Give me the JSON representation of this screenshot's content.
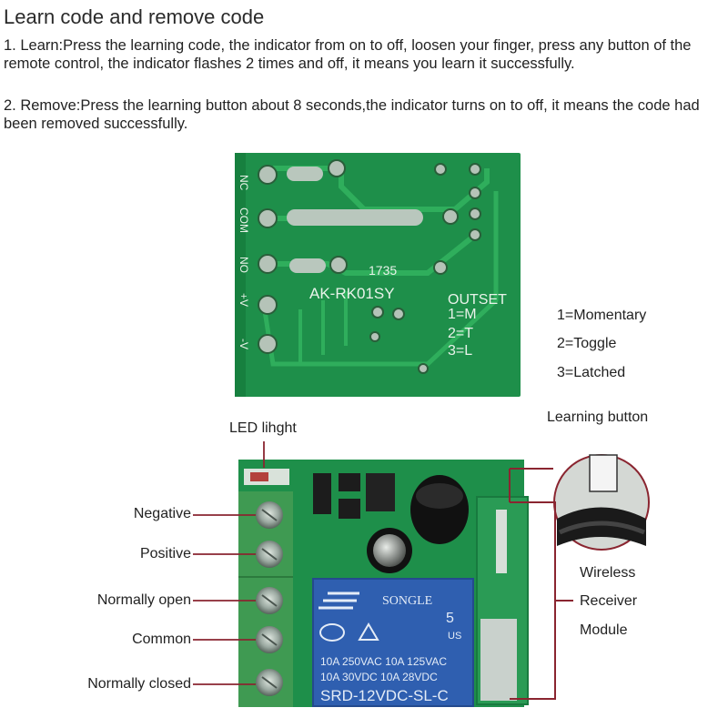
{
  "header": {
    "title": "Learn code and remove code",
    "step1": "1. Learn:Press the learning code, the indicator from on to off, loosen your finger, press any button of the remote control, the indicator flashes 2 times and off, it means you learn it successfully.",
    "step2": "2. Remove:Press the learning button about 8 seconds,the indicator turns on to off, it means the code had been removed successfully."
  },
  "board_back": {
    "terminals": [
      "NC",
      "COM",
      "NO",
      "+V",
      "-V"
    ],
    "model": "AK-RK01SY",
    "code": "1735",
    "outset": [
      "OUTSET",
      "1=M",
      "2=T",
      "3=L"
    ]
  },
  "modes": [
    "1=Momentary",
    "2=Toggle",
    "3=Latched"
  ],
  "front_labels": {
    "led": "LED lihght",
    "learning_button": "Learning button",
    "negative": "Negative",
    "positive": "Positive",
    "normally_open": "Normally open",
    "common": "Common",
    "normally_closed": "Normally closed",
    "module": [
      "Wireless",
      "Receiver",
      "Module"
    ]
  },
  "relay": {
    "brand": "SONGLE",
    "rating1": "10A 250VAC  10A 125VAC",
    "rating2": "10A  30VDC  10A  28VDC",
    "model": "SRD-12VDC-SL-C",
    "cert": "US",
    "num": "5"
  },
  "colors": {
    "pcb": "#1e8f4a",
    "pcb_dark": "#15753b",
    "terminal": "#3f9a52",
    "relay": "#2f5fb0",
    "callout": "#8a2530"
  }
}
